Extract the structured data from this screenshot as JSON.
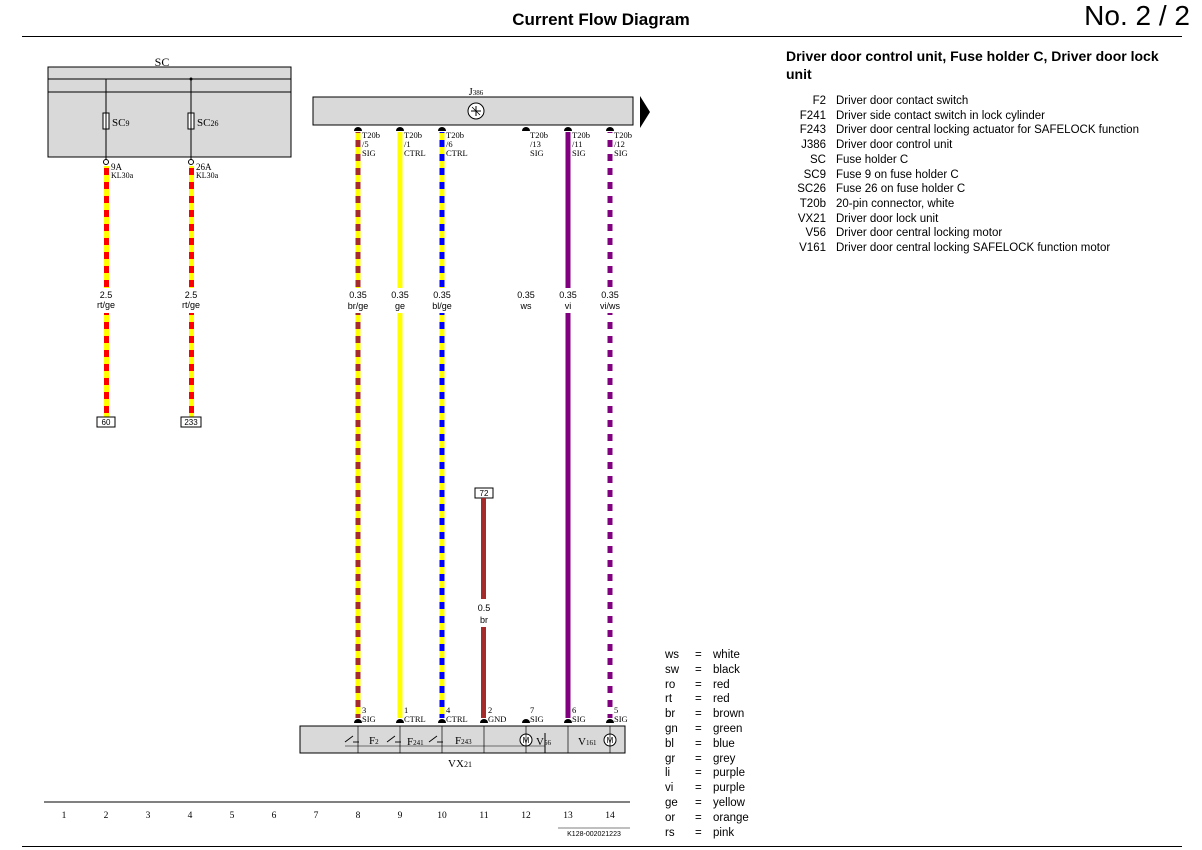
{
  "header": {
    "title": "Current Flow Diagram",
    "page_no": "No.  2 / 2"
  },
  "description": {
    "title": "Driver door control unit, Fuse holder C, Driver door lock unit",
    "legend": [
      {
        "code": "F2",
        "text": "Driver door contact switch"
      },
      {
        "code": "F241",
        "text": "Driver side contact switch in lock cylinder"
      },
      {
        "code": "F243",
        "text": "Driver door central locking actuator for SAFELOCK function"
      },
      {
        "code": "J386",
        "text": "Driver door control unit"
      },
      {
        "code": "SC",
        "text": "Fuse holder C"
      },
      {
        "code": "SC9",
        "text": "Fuse 9 on fuse holder C"
      },
      {
        "code": "SC26",
        "text": "Fuse 26 on fuse holder C"
      },
      {
        "code": "T20b",
        "text": "20-pin connector, white"
      },
      {
        "code": "VX21",
        "text": "Driver door lock unit"
      },
      {
        "code": "V56",
        "text": "Driver door central locking motor"
      },
      {
        "code": "V161",
        "text": "Driver door central locking SAFELOCK function motor"
      }
    ]
  },
  "color_codes": [
    {
      "abbr": "ws",
      "eq": "=",
      "name": "white"
    },
    {
      "abbr": "sw",
      "eq": "=",
      "name": "black"
    },
    {
      "abbr": "ro",
      "eq": "=",
      "name": "red"
    },
    {
      "abbr": "rt",
      "eq": "=",
      "name": "red"
    },
    {
      "abbr": "br",
      "eq": "=",
      "name": "brown"
    },
    {
      "abbr": "gn",
      "eq": "=",
      "name": "green"
    },
    {
      "abbr": "bl",
      "eq": "=",
      "name": "blue"
    },
    {
      "abbr": "gr",
      "eq": "=",
      "name": "grey"
    },
    {
      "abbr": "li",
      "eq": "=",
      "name": "purple"
    },
    {
      "abbr": "vi",
      "eq": "=",
      "name": "purple"
    },
    {
      "abbr": "ge",
      "eq": "=",
      "name": "yellow"
    },
    {
      "abbr": "or",
      "eq": "=",
      "name": "orange"
    },
    {
      "abbr": "rs",
      "eq": "=",
      "name": "pink"
    }
  ],
  "diagram": {
    "fuse_holder": {
      "label": "SC",
      "fuse1": "SC",
      "fuse1_sub": "9",
      "fuse2": "SC",
      "fuse2_sub": "26"
    },
    "fuse_pins": [
      {
        "pin": "9A",
        "term": "KL30a",
        "gauge": "2.5",
        "color": "rt/ge",
        "ref": "60"
      },
      {
        "pin": "26A",
        "term": "KL30a",
        "gauge": "2.5",
        "color": "rt/ge",
        "ref": "233"
      }
    ],
    "control_unit": {
      "label": "J",
      "label_sub": "386"
    },
    "connector_pins": [
      {
        "conn": "T20b",
        "pin": "/5",
        "sig": "SIG",
        "gauge": "0.35",
        "color": "br/ge"
      },
      {
        "conn": "T20b",
        "pin": "/1",
        "sig": "CTRL",
        "gauge": "0.35",
        "color": "ge"
      },
      {
        "conn": "T20b",
        "pin": "/6",
        "sig": "CTRL",
        "gauge": "0.35",
        "color": "bl/ge"
      },
      {
        "conn": "T20b",
        "pin": "/13",
        "sig": "SIG",
        "gauge": "0.35",
        "color": "ws"
      },
      {
        "conn": "T20b",
        "pin": "/11",
        "sig": "SIG",
        "gauge": "0.35",
        "color": "vi"
      },
      {
        "conn": "T20b",
        "pin": "/12",
        "sig": "SIG",
        "gauge": "0.35",
        "color": "vi/ws"
      }
    ],
    "ground_wire": {
      "ref": "72",
      "gauge": "0.5",
      "color": "br"
    },
    "lock_unit": {
      "label": "VX",
      "label_sub": "21",
      "pins": [
        {
          "num": "3",
          "sig": "SIG"
        },
        {
          "num": "1",
          "sig": "CTRL"
        },
        {
          "num": "4",
          "sig": "CTRL"
        },
        {
          "num": "2",
          "sig": "GND"
        },
        {
          "num": "7",
          "sig": "SIG"
        },
        {
          "num": "6",
          "sig": "SIG"
        },
        {
          "num": "5",
          "sig": "SIG"
        }
      ],
      "components": [
        {
          "name": "F",
          "sub": "2"
        },
        {
          "name": "F",
          "sub": "241"
        },
        {
          "name": "F",
          "sub": "243"
        },
        {
          "name": "V",
          "sub": "56"
        },
        {
          "name": "V",
          "sub": "161"
        }
      ],
      "motor_symbol": "M"
    },
    "grid_numbers": [
      "1",
      "2",
      "3",
      "4",
      "5",
      "6",
      "7",
      "8",
      "9",
      "10",
      "11",
      "12",
      "13",
      "14"
    ],
    "doc_code": "K128-002021223"
  },
  "wire_colors": {
    "red": "#ff0000",
    "yellow": "#ffff00",
    "brown": "#a52a2a",
    "blue": "#0000ff",
    "purple": "#800080",
    "white": "#ffffff",
    "grey_fill": "#d9d9d9"
  }
}
